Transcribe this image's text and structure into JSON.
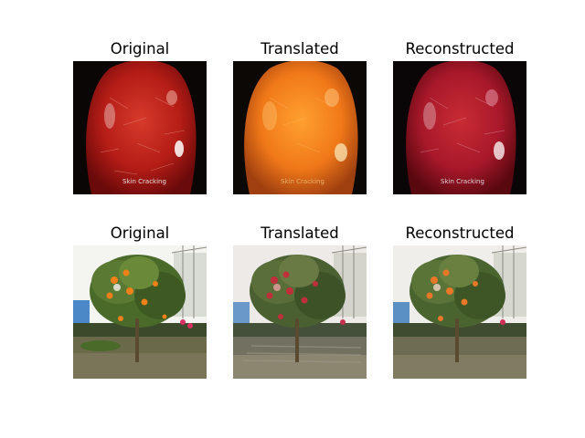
{
  "figure": {
    "rows": [
      {
        "panels": [
          {
            "title": "Original",
            "image": "red-fruit-skin-closeup",
            "watermark": "Skin Cracking"
          },
          {
            "title": "Translated",
            "image": "orange-fruit-skin-closeup",
            "watermark": "Skin Cracking"
          },
          {
            "title": "Reconstructed",
            "image": "red-fruit-skin-closeup-blurry",
            "watermark": "Skin Cracking"
          }
        ]
      },
      {
        "panels": [
          {
            "title": "Original",
            "image": "orange-tree-garden"
          },
          {
            "title": "Translated",
            "image": "red-fruit-tree-garden"
          },
          {
            "title": "Reconstructed",
            "image": "orange-tree-garden-blurry"
          }
        ]
      }
    ],
    "colors": {
      "fruit_red": "#b01818",
      "fruit_orange": "#f07818",
      "background_dark": "#0a0606",
      "foliage_green": "#4a6a2a",
      "sky_white": "#f4f4f0",
      "ground": "#6a6a4a"
    }
  }
}
